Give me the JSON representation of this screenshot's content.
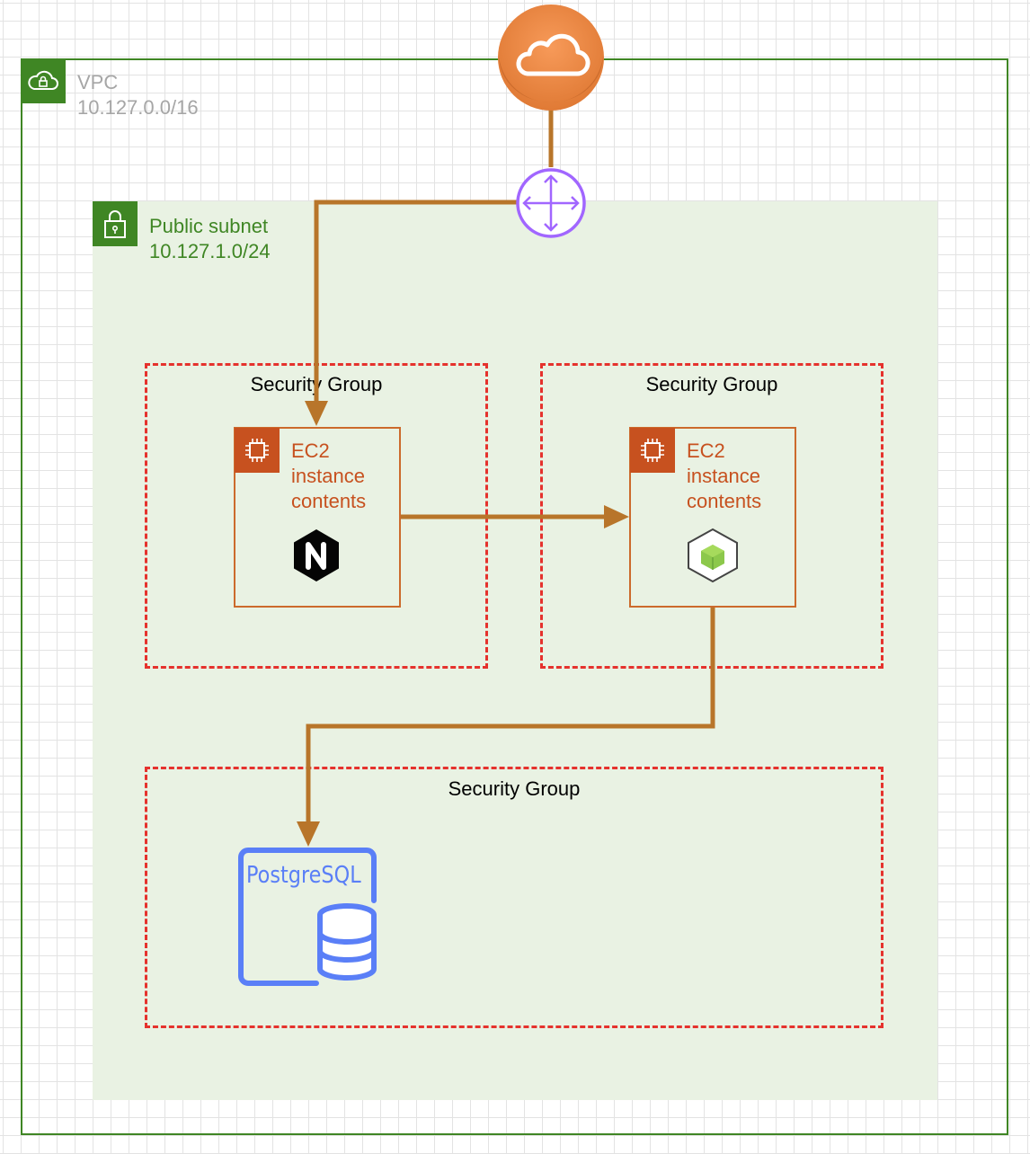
{
  "vpc": {
    "title": "VPC",
    "cidr": "10.127.0.0/16",
    "icon": "vpc-cloud-lock-icon"
  },
  "subnet": {
    "title": "Public subnet",
    "cidr": "10.127.1.0/24",
    "icon": "padlock-icon"
  },
  "internet_gateway": {
    "icon": "internet-cloud-icon"
  },
  "router": {
    "icon": "router-arrows-icon"
  },
  "security_groups": [
    {
      "title": "Security Group"
    },
    {
      "title": "Security Group"
    },
    {
      "title": "Security Group"
    }
  ],
  "ec2_instances": [
    {
      "label_line1": "EC2",
      "label_line2": "instance",
      "label_line3": "contents",
      "app_icon": "nginx-icon"
    },
    {
      "label_line1": "EC2",
      "label_line2": "instance",
      "label_line3": "contents",
      "app_icon": "nodejs-cube-icon"
    }
  ],
  "database": {
    "label": "PostgreSQL",
    "icon": "database-icon"
  },
  "colors": {
    "vpc_green": "#3f8624",
    "subnet_fill": "#e9f2e3",
    "security_group_red": "#e5322d",
    "ec2_orange": "#c7511f",
    "connector": "#b8752a",
    "router_purple": "#a166ff",
    "postgres_blue": "#5a7ff7"
  }
}
